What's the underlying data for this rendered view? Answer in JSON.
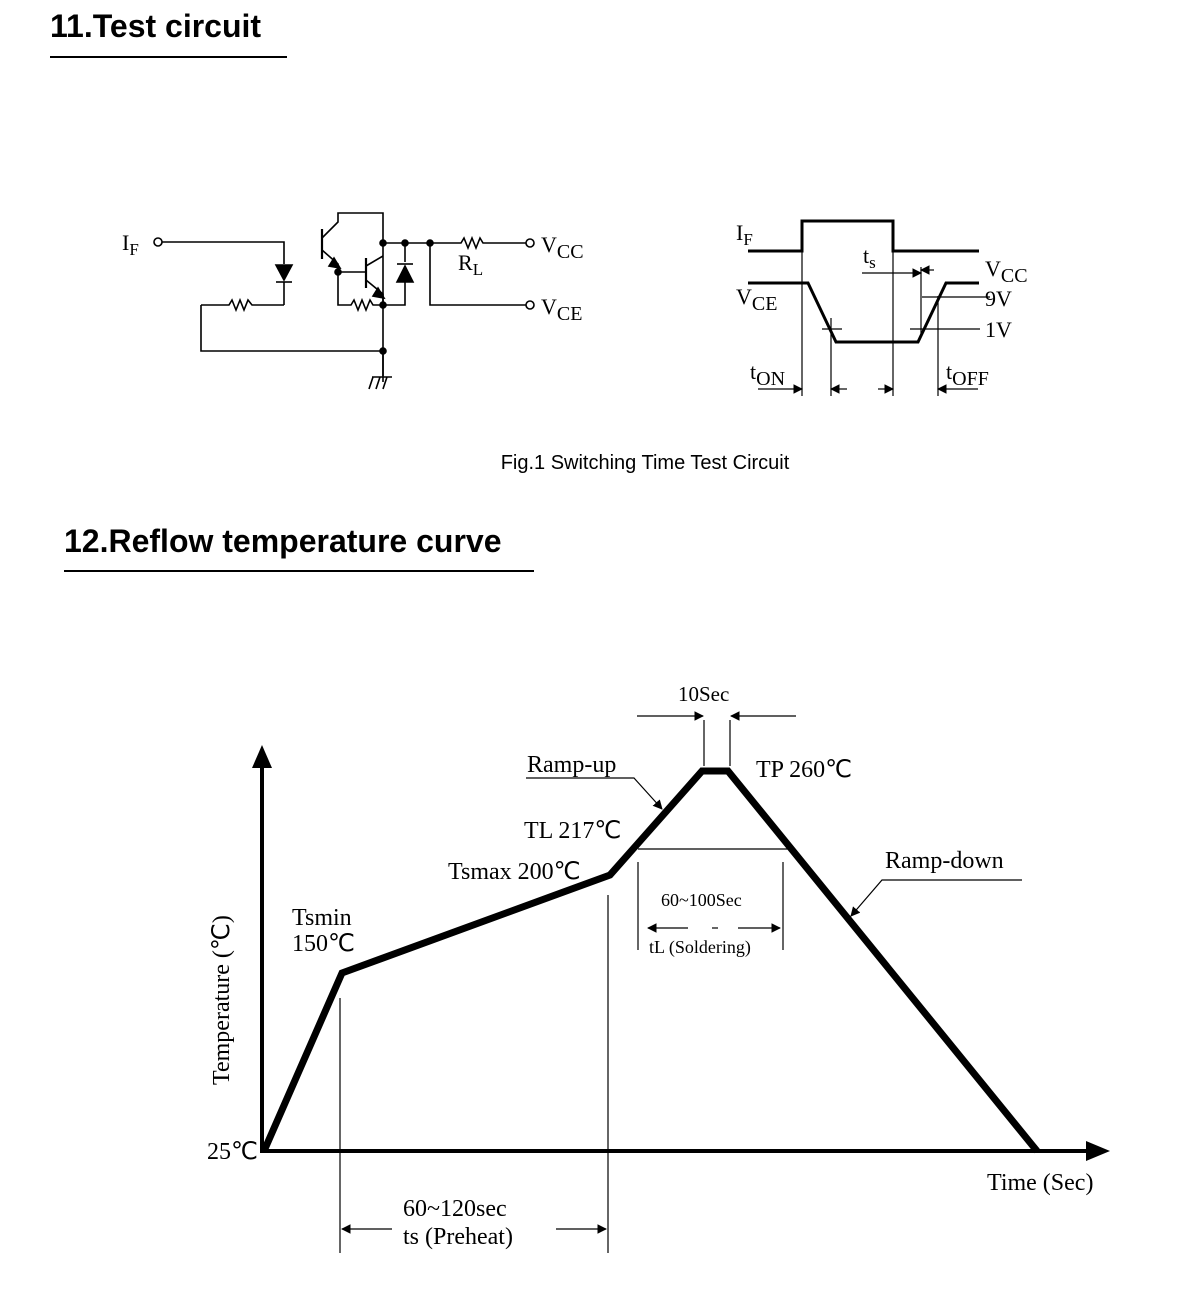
{
  "sections": [
    {
      "title": "11.Test circuit"
    },
    {
      "title": "12.Reflow temperature curve"
    }
  ],
  "circuit": {
    "caption": "Fig.1 Switching Time Test Circuit",
    "labels": {
      "if_main": "I",
      "if_sub": "F",
      "rl_main": "R",
      "rl_sub": "L",
      "vcc_main": "V",
      "vcc_sub": "CC",
      "vce_main": "V",
      "vce_sub": "CE"
    }
  },
  "timing": {
    "labels": {
      "if_main": "I",
      "if_sub": "F",
      "vce_main": "V",
      "vce_sub": "CE",
      "vcc_main": "V",
      "vcc_sub": "CC",
      "ts_main": "t",
      "ts_sub": "s",
      "level_high": "9V",
      "level_low": "1V",
      "ton_main": "t",
      "ton_sub": "ON",
      "toff_main": "t",
      "toff_sub": "OFF"
    }
  },
  "reflow": {
    "y_axis_label": "Temperature (℃)",
    "x_axis_label": "Time (Sec)",
    "origin_label": "25℃",
    "tsmin_label": "Tsmin",
    "tsmin_value": "150℃",
    "tsmax_label": "Tsmax 200℃",
    "tl_label": "TL 217℃",
    "tp_label": "TP 260℃",
    "ramp_up": "Ramp-up",
    "ramp_down": "Ramp-down",
    "peak_duration": "10Sec",
    "soldering_duration": "60~100Sec",
    "soldering_label": "tL (Soldering)",
    "preheat_duration": "60~120sec",
    "preheat_label": "ts (Preheat)",
    "profile": [
      {
        "point": "start",
        "temp_c": 25
      },
      {
        "point": "Tsmin",
        "temp_c": 150
      },
      {
        "point": "Tsmax",
        "temp_c": 200
      },
      {
        "point": "TL",
        "temp_c": 217
      },
      {
        "point": "TP",
        "temp_c": 260
      }
    ]
  }
}
